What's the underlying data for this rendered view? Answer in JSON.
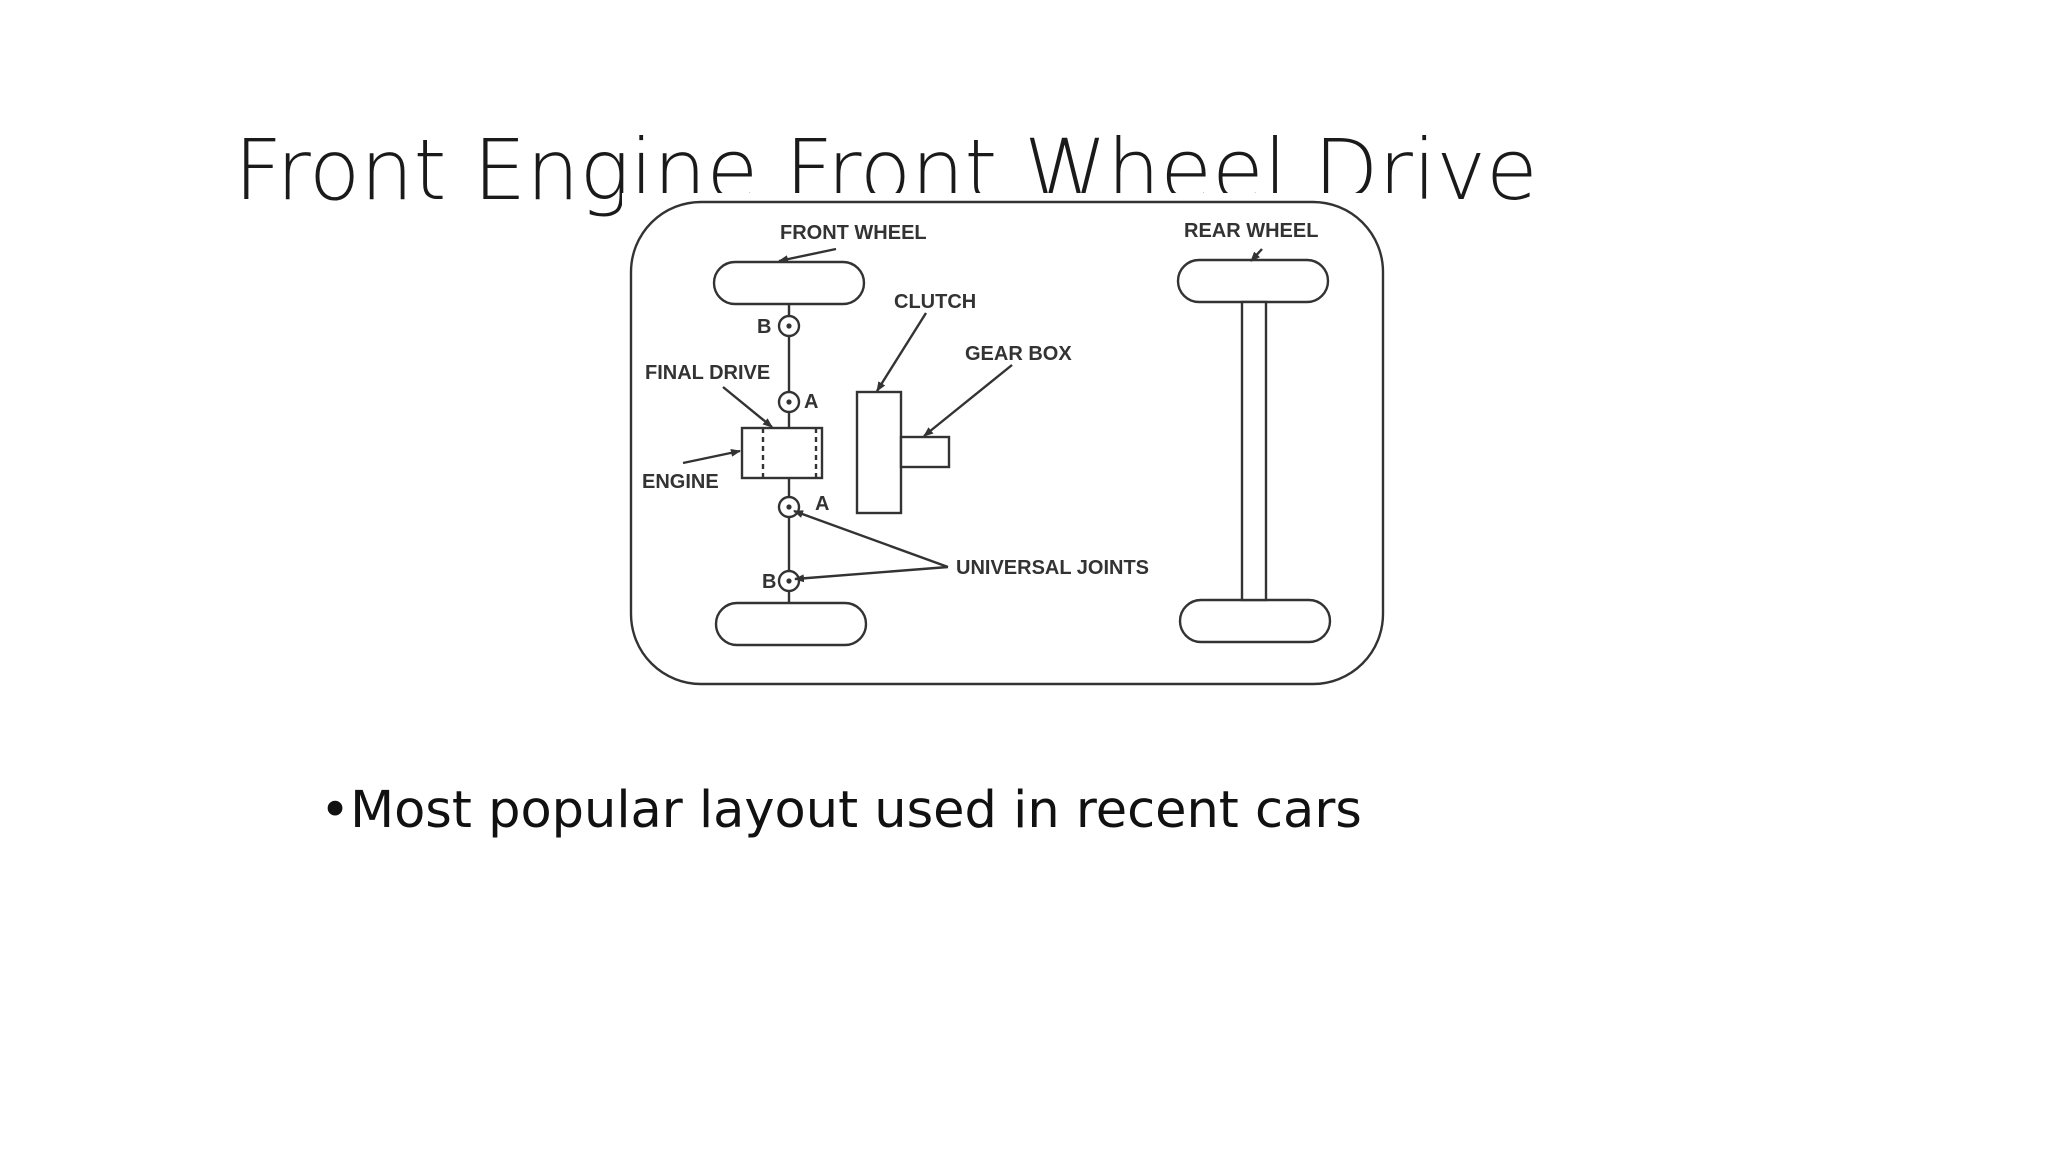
{
  "slide": {
    "title": "Front Engine Front Wheel Drive",
    "bullets": [
      {
        "marker": "•",
        "text": "Most popular layout used in recent cars"
      }
    ]
  },
  "diagram": {
    "labels": {
      "front_wheel": "FRONT WHEEL",
      "rear_wheel": "REAR WHEEL",
      "clutch": "CLUTCH",
      "gear_box": "GEAR BOX",
      "final_drive": "FINAL DRIVE",
      "engine": "ENGINE",
      "universal_joints": "UNIVERSAL JOINTS",
      "joint_a": "A",
      "joint_b": "B"
    },
    "colors": {
      "line": "#333333",
      "background": "#ffffff"
    }
  }
}
